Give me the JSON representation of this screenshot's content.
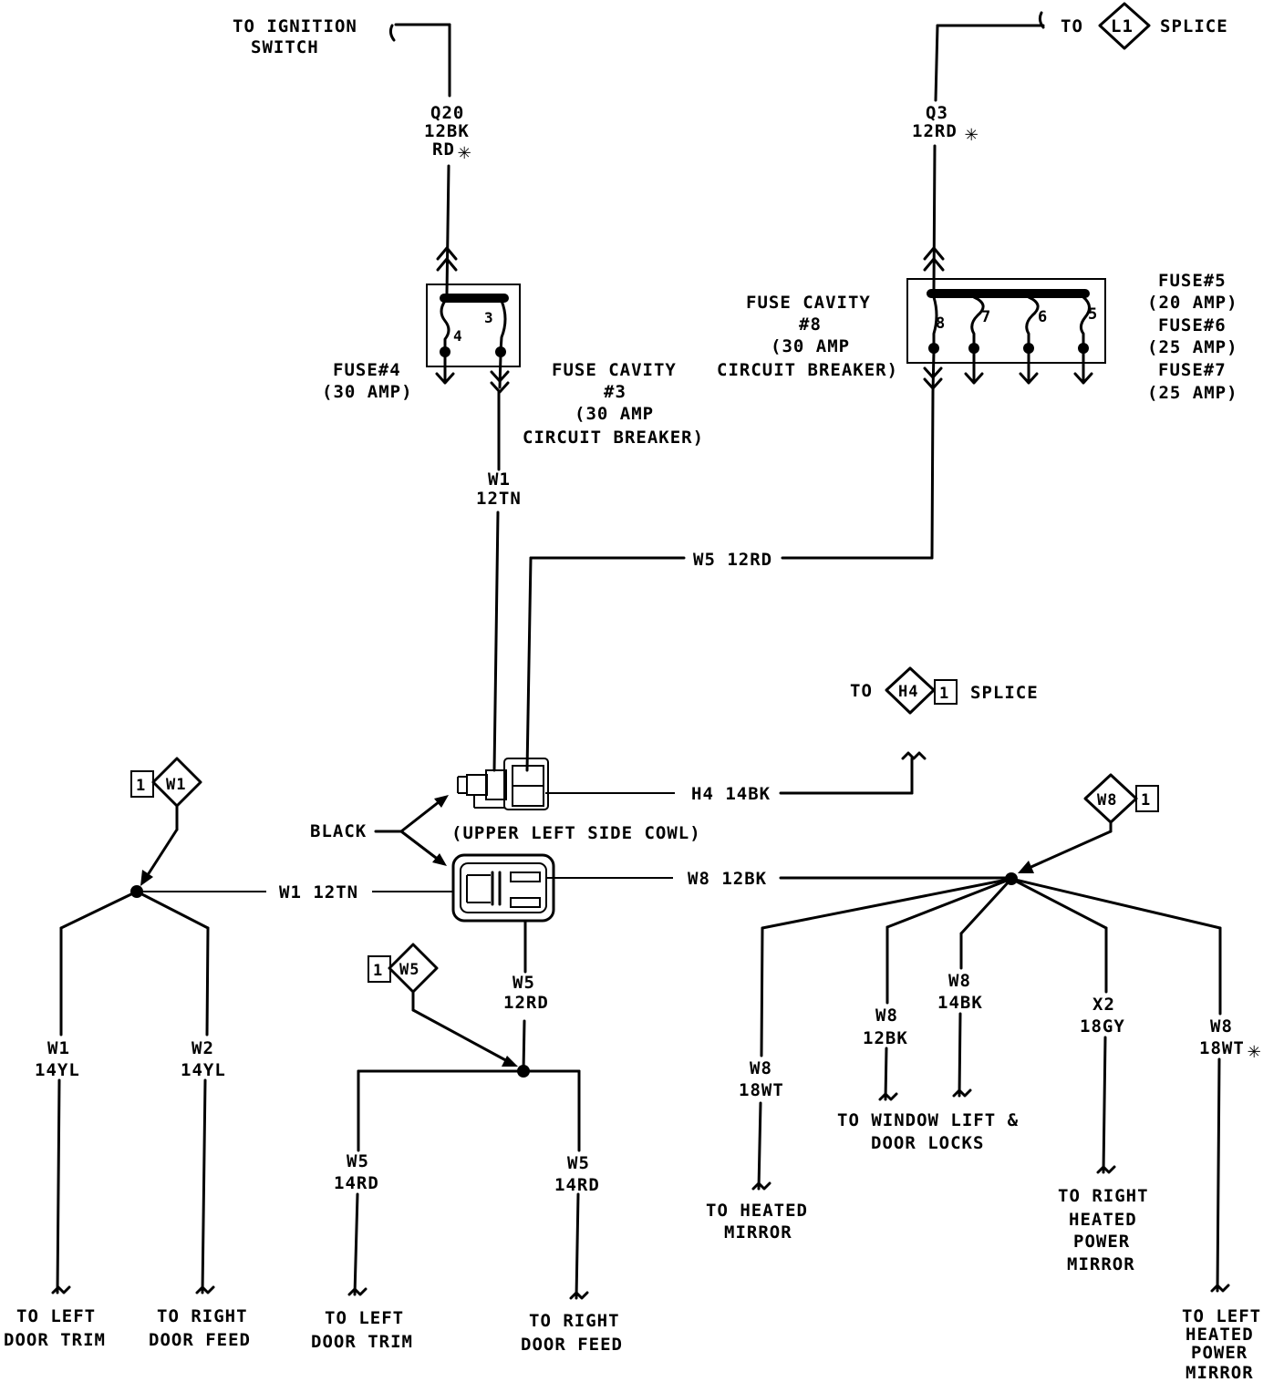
{
  "labels": {
    "ign1": "TO IGNITION",
    "ign2": "SWITCH",
    "q20a": "Q20",
    "q20b": "12BK",
    "q20c": "RD",
    "to_l1": "TO",
    "l1": "L1",
    "l1_splice": "SPLICE",
    "q3a": "Q3",
    "q3b": "12RD",
    "fuse4a": "FUSE#4",
    "fuse4b": "(30 AMP)",
    "cav3a": "FUSE CAVITY",
    "cav3b": "#3",
    "cav3c": "(30 AMP",
    "cav3d": "CIRCUIT BREAKER)",
    "cav8a": "FUSE CAVITY",
    "cav8b": "#8",
    "cav8c": "(30 AMP",
    "cav8d": "CIRCUIT BREAKER)",
    "f5a": "FUSE#5",
    "f5b": "(20 AMP)",
    "f6a": "FUSE#6",
    "f6b": "(25 AMP)",
    "f7a": "FUSE#7",
    "f7b": "(25 AMP)",
    "w1a": "W1",
    "w1b": "12TN",
    "w5top": "W5 12RD",
    "to_h4": "TO",
    "h4": "H4",
    "h4_1": "1",
    "h4_splice": "SPLICE",
    "h4wire": "H4 14BK",
    "black": "BLACK",
    "cowl": "(UPPER LEFT SIDE COWL)",
    "w1mid": "W1 12TN",
    "w8mid": "W8 12BK",
    "w5a": "W5",
    "w5b": "12RD",
    "sw1_1": "1",
    "sw1": "W1",
    "sw5_1": "1",
    "sw5": "W5",
    "sw8": "W8",
    "sw8_1": "1",
    "lw1a": "W1",
    "lw1b": "14YL",
    "lw2a": "W2",
    "lw2b": "14YL",
    "w5la": "W5",
    "w5lb": "14RD",
    "w5ra": "W5",
    "w5rb": "14RD",
    "w8a1": "W8",
    "w8a2": "18WT",
    "w8b1": "W8",
    "w8b2": "12BK",
    "w8c1": "W8",
    "w8c2": "14BK",
    "x2a": "X2",
    "x2b": "18GY",
    "w8d1": "W8",
    "w8d2": "18WT",
    "pin4": "4",
    "pin3": "3",
    "pin8": "8",
    "pin7": "7",
    "pin6": "6",
    "pin5": "5",
    "ldt1a": "TO LEFT",
    "ldt1b": "DOOR TRIM",
    "rdf1a": "TO RIGHT",
    "rdf1b": "DOOR FEED",
    "ldt2a": "TO LEFT",
    "ldt2b": "DOOR TRIM",
    "rdf2a": "TO RIGHT",
    "rdf2b": "DOOR FEED",
    "hm1": "TO HEATED",
    "hm2": "MIRROR",
    "wl1": "TO WINDOW LIFT &",
    "wl2": "DOOR LOCKS",
    "rhp1": "TO RIGHT",
    "rhp2": "HEATED",
    "rhp3": "POWER",
    "rhp4": "MIRROR",
    "lhp1": "TO LEFT",
    "lhp2": "HEATED",
    "lhp3": "POWER",
    "lhp4": "MIRROR"
  }
}
